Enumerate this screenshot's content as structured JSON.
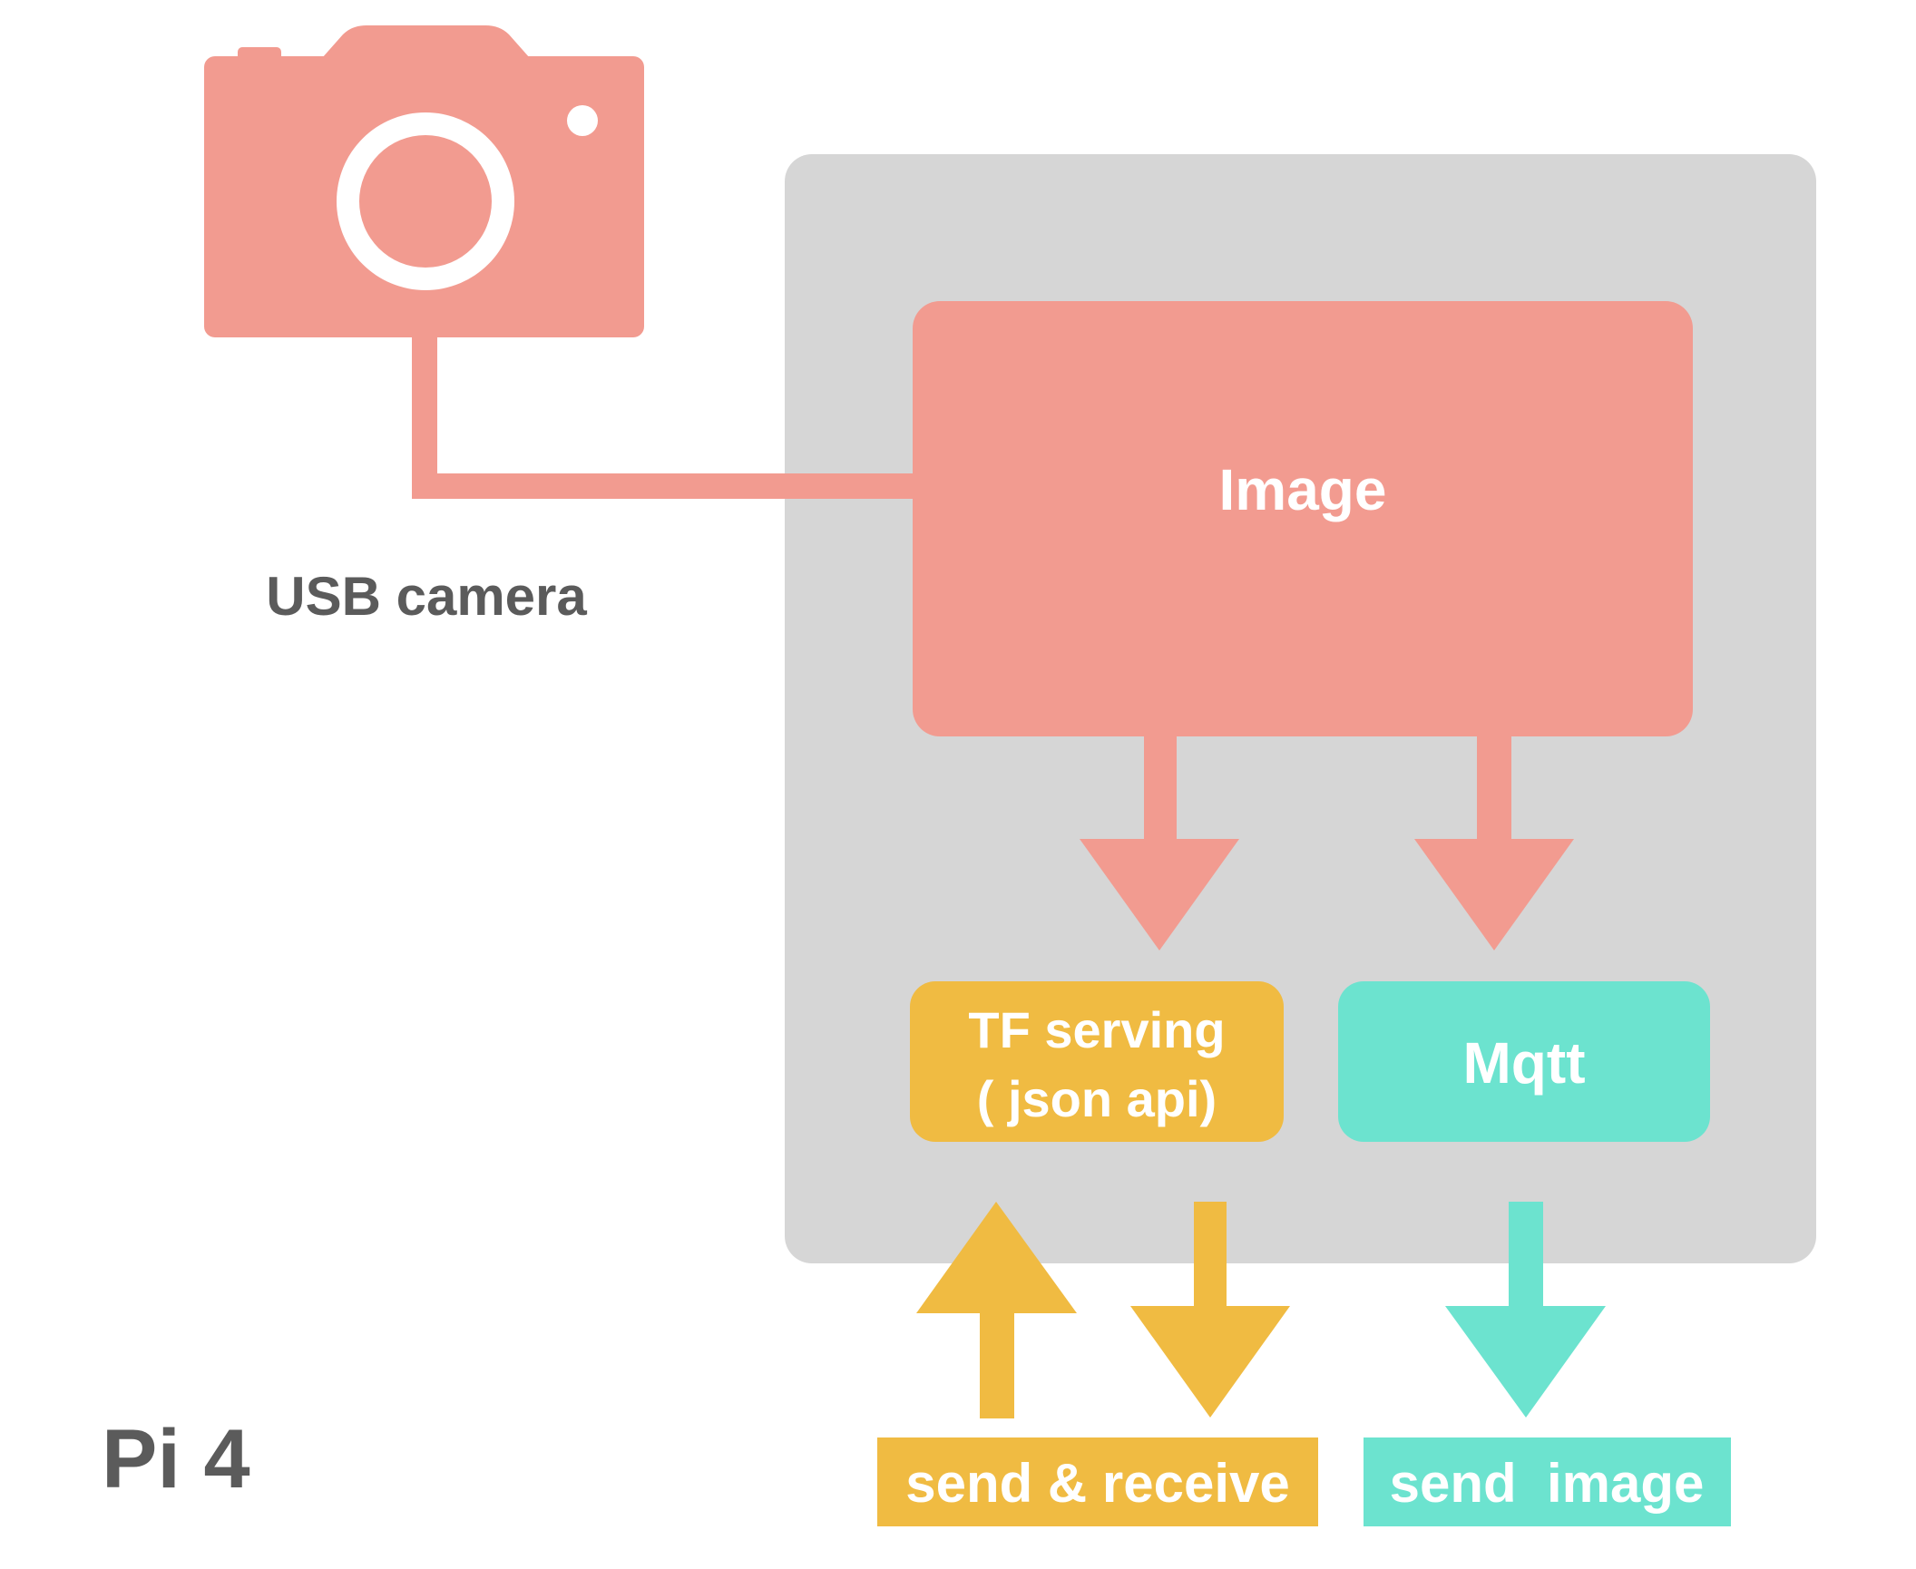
{
  "labels": {
    "camera": "USB camera",
    "device": "Pi 4",
    "image_box": "Image",
    "tf_line1": "TF serving",
    "tf_line2": "( json api)",
    "mqtt_box": "Mqtt",
    "send_receive": "send & receive",
    "send_image": "send  image"
  },
  "colors": {
    "salmon": "#F29B90",
    "amber": "#F0BB42",
    "teal": "#6CE3CF",
    "gray": "#D6D6D6",
    "dark_text": "#5B5B5B",
    "white": "#FFFFFF"
  },
  "icons": [
    "camera-icon"
  ]
}
